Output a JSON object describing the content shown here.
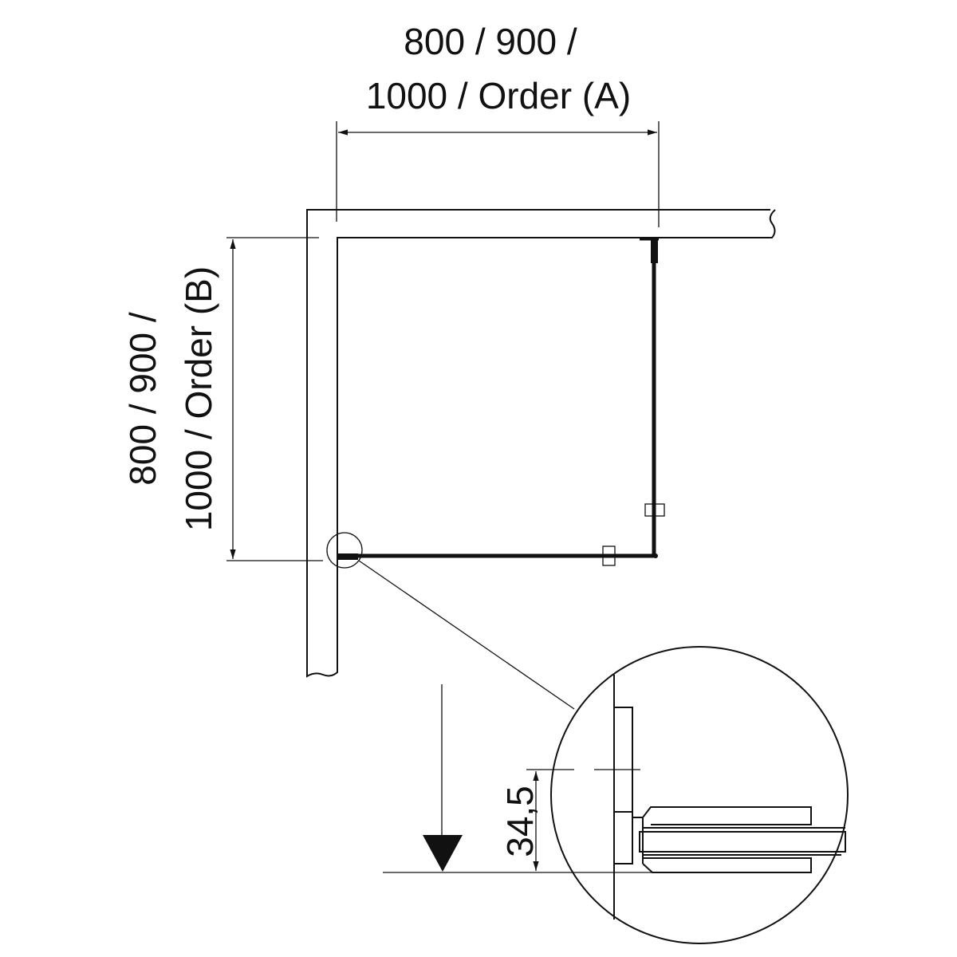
{
  "dimension_a": {
    "line1": "800 / 900 /",
    "line2": "1000 / Order (A)"
  },
  "dimension_b": {
    "line1": "800 / 900 /",
    "line2": "1000 / Order (B)"
  },
  "detail_dimension": "34,5",
  "colors": {
    "line": "#111111",
    "background": "#ffffff"
  }
}
